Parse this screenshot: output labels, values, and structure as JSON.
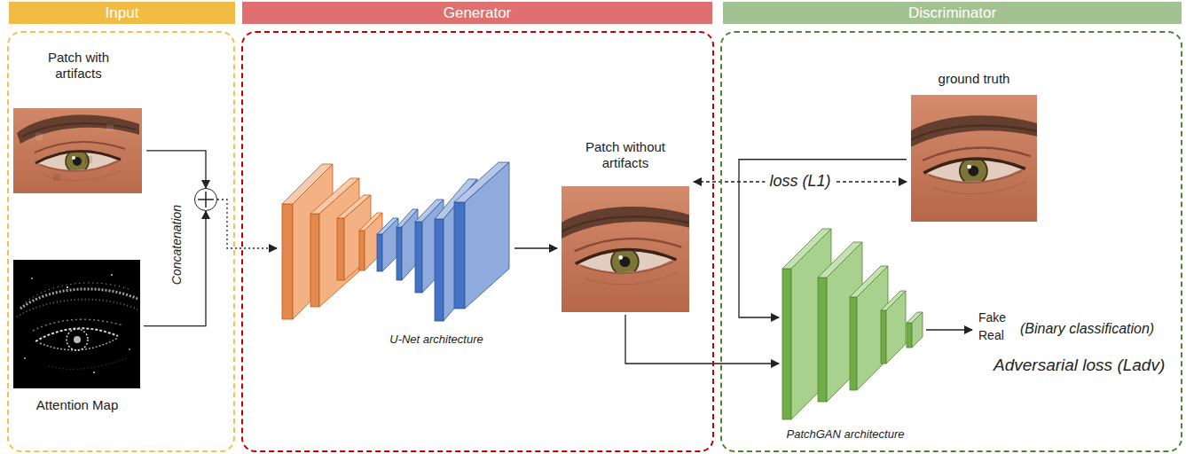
{
  "diagram": {
    "nodes": [
      {
        "text": [
          "Input"
        ]
      },
      {
        "text": [
          "Patch with artifacts"
        ],
        "in": 0
      },
      {
        "text": [
          "Attention Map"
        ],
        "in": 0
      },
      {
        "text": [
          "Concatenation"
        ],
        "in": 0
      },
      {
        "text": [
          "Generator"
        ]
      },
      {
        "text": [
          "U-Net architecture"
        ],
        "in": 4
      },
      {
        "text": [
          "Patch without artifacts"
        ],
        "in": 4
      },
      {
        "text": [
          "Discriminator"
        ]
      },
      {
        "text": [
          "ground truth"
        ],
        "in": 7
      },
      {
        "text": [
          "PatchGAN architecture"
        ],
        "in": 7
      }
    ],
    "edges": [
      {
        "from": 1,
        "to": 3,
        "arrow": "to"
      },
      {
        "from": 2,
        "to": 3,
        "arrow": "to"
      },
      {
        "from": 3,
        "to": 5,
        "arrow": "to"
      },
      {
        "from": 5,
        "to": 6,
        "arrow": "to"
      },
      {
        "from": 6,
        "to": 8,
        "label": "loss (L1)",
        "arrow": "both"
      },
      {
        "from": 8,
        "to": 9,
        "arrow": "to"
      },
      {
        "from": 6,
        "to": 9,
        "arrow": "to"
      }
    ],
    "labels": [
      "Fake",
      "Real",
      "(Binary classification)",
      "Adversarial loss (Ladv)"
    ]
  }
}
